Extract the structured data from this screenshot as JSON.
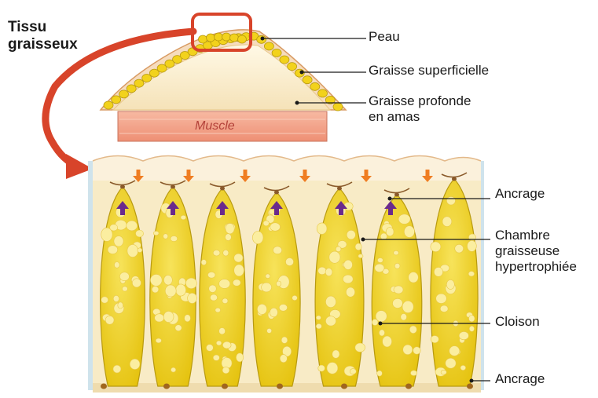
{
  "title_lines": [
    "Tissu",
    "graisseux"
  ],
  "top_labels": {
    "peau": "Peau",
    "graisse_superficielle": "Graisse superficielle",
    "graisse_profonde": [
      "Graisse profonde",
      "en amas"
    ],
    "muscle": "Muscle"
  },
  "detail_labels": {
    "ancrage_top": "Ancrage",
    "chambre": [
      "Chambre",
      "graisseuse",
      "hypertrophiée"
    ],
    "cloison": "Cloison",
    "ancrage_bottom": "Ancrage"
  },
  "colors": {
    "skin": "#f6e2c8",
    "skin_edge": "#e2a870",
    "fat_yellow": "#f2d21c",
    "fat_light": "#fbeea0",
    "fat_edge": "#b89a10",
    "muscle": "#f0a48c",
    "highlight": "#d94424",
    "arrow_down": "#ef7d22",
    "arrow_up": "#6a2a8c",
    "septum": "#f8e8b0",
    "tissue_edge": "#a8cfe0"
  }
}
